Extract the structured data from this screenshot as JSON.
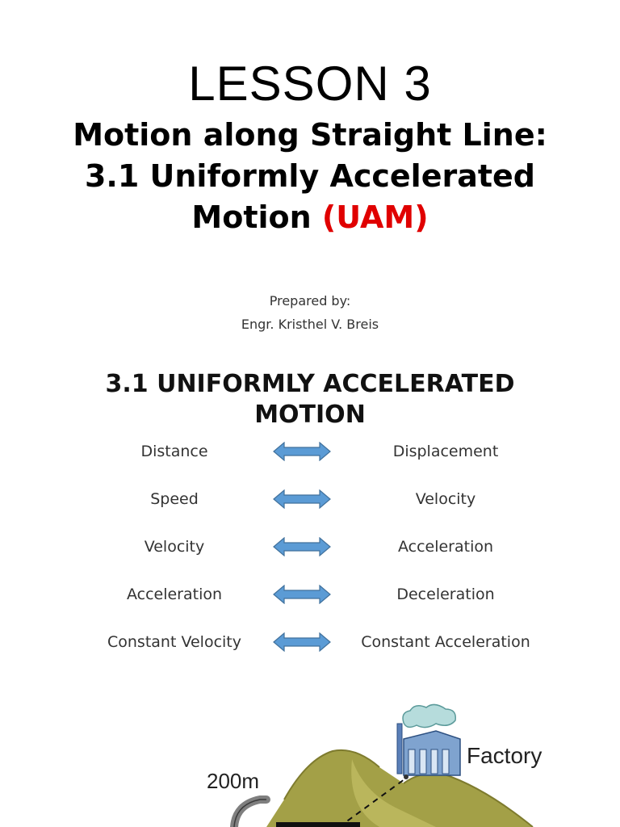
{
  "slide1": {
    "lesson": "LESSON 3",
    "subtitle_line1": "Motion along Straight Line:",
    "subtitle_line2": "3.1 Uniformly Accelerated",
    "subtitle_line3_main": "Motion",
    "subtitle_line3_acronym": "(UAM)",
    "prepared_label": "Prepared by:",
    "author": "Engr. Kristhel V. Breis"
  },
  "slide2": {
    "heading_line1": "3.1 UNIFORMLY ACCELERATED",
    "heading_line2": "MOTION",
    "pairs": [
      {
        "left": "Distance",
        "right": "Displacement"
      },
      {
        "left": "Speed",
        "right": "Velocity"
      },
      {
        "left": "Velocity",
        "right": "Acceleration"
      },
      {
        "left": "Acceleration",
        "right": "Deceleration"
      },
      {
        "left": "Constant Velocity",
        "right": "Constant Acceleration"
      }
    ],
    "figure": {
      "distance_label": "200m",
      "factory_label": "Factory"
    }
  },
  "colors": {
    "accent_red": "#e00000",
    "arrow_blue": "#5b9bd5",
    "hill_olive": "#a3a047"
  }
}
